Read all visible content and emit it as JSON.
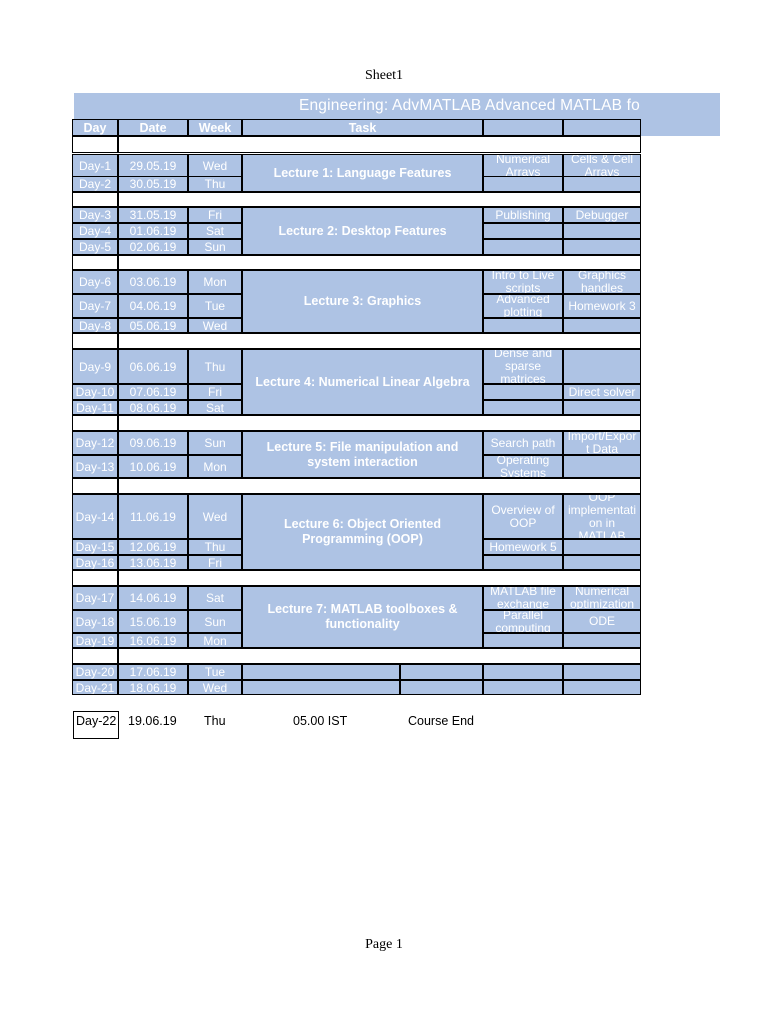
{
  "sheet_title": "Sheet1",
  "footer": "Page 1",
  "banner": "Engineering: AdvMATLAB Advanced MATLAB fo",
  "headers": [
    "Day",
    "Date",
    "Week",
    "Task",
    "",
    ""
  ],
  "rows": [
    {
      "day": "Day-1",
      "date": "29.05.19",
      "week": "Wed",
      "c1": "Numerical\nArrays",
      "c2": "Cells & Cell\nArrays"
    },
    {
      "day": "Day-2",
      "date": "30.05.19",
      "week": "Thu",
      "c1": "",
      "c2": ""
    },
    {
      "day": "Day-3",
      "date": "31.05.19",
      "week": "Fri",
      "c1": "Publishing",
      "c2": "Debugger"
    },
    {
      "day": "Day-4",
      "date": "01.06.19",
      "week": "Sat",
      "c1": "",
      "c2": ""
    },
    {
      "day": "Day-5",
      "date": "02.06.19",
      "week": "Sun",
      "c1": "",
      "c2": ""
    },
    {
      "day": "Day-6",
      "date": "03.06.19",
      "week": "Mon",
      "c1": "Intro to Live\nscripts",
      "c2": "Graphics\nhandles"
    },
    {
      "day": "Day-7",
      "date": "04.06.19",
      "week": "Tue",
      "c1": "Advanced\nplotting",
      "c2": "Homework 3"
    },
    {
      "day": "Day-8",
      "date": "05.06.19",
      "week": "Wed",
      "c1": "",
      "c2": ""
    },
    {
      "day": "Day-9",
      "date": "06.06.19",
      "week": "Thu",
      "c1": "Dense and\nsparse\nmatrices",
      "c2": ""
    },
    {
      "day": "Day-10",
      "date": "07.06.19",
      "week": "Fri",
      "c1": "",
      "c2": "Direct solver"
    },
    {
      "day": "Day-11",
      "date": "08.06.19",
      "week": "Sat",
      "c1": "",
      "c2": ""
    },
    {
      "day": "Day-12",
      "date": "09.06.19",
      "week": "Sun",
      "c1": "Search path",
      "c2": "Import/Expor\nt Data"
    },
    {
      "day": "Day-13",
      "date": "10.06.19",
      "week": "Mon",
      "c1": "Operating\nSystems",
      "c2": ""
    },
    {
      "day": "Day-14",
      "date": "11.06.19",
      "week": "Wed",
      "c1": "Overview of\nOOP",
      "c2": "OOP\nimplementati\non in\nMATLAB"
    },
    {
      "day": "Day-15",
      "date": "12.06.19",
      "week": "Thu",
      "c1": "Homework 5",
      "c2": ""
    },
    {
      "day": "Day-16",
      "date": "13.06.19",
      "week": "Fri",
      "c1": "",
      "c2": ""
    },
    {
      "day": "Day-17",
      "date": "14.06.19",
      "week": "Sat",
      "c1": "MATLAB file\nexchange",
      "c2": "Numerical\noptimization"
    },
    {
      "day": "Day-18",
      "date": "15.06.19",
      "week": "Sun",
      "c1": "Parallel\ncomputing",
      "c2": "ODE"
    },
    {
      "day": "Day-19",
      "date": "16.06.19",
      "week": "Mon",
      "c1": "",
      "c2": ""
    },
    {
      "day": "Day-20",
      "date": "17.06.19",
      "week": "Tue",
      "c1": "",
      "c2": ""
    },
    {
      "day": "Day-21",
      "date": "18.06.19",
      "week": "Wed",
      "c1": "",
      "c2": ""
    }
  ],
  "lectures": [
    "Lecture 1: Language Features",
    "Lecture 2: Desktop Features",
    "Lecture 3: Graphics",
    "Lecture 4: Numerical Linear Algebra",
    "Lecture 5: File manipulation and\nsystem interaction",
    "Lecture 6: Object Oriented\nProgramming (OOP)",
    "Lecture 7: MATLAB toolboxes &\nfunctionality"
  ],
  "course_end": {
    "day": "Day-22",
    "date": "19.06.19",
    "week": "Thu",
    "time": "05.00 IST",
    "label": "Course End"
  },
  "colors": {
    "cell_fill": "#aec3e4",
    "text_on_fill": "#ffffff",
    "border": "#000000"
  }
}
